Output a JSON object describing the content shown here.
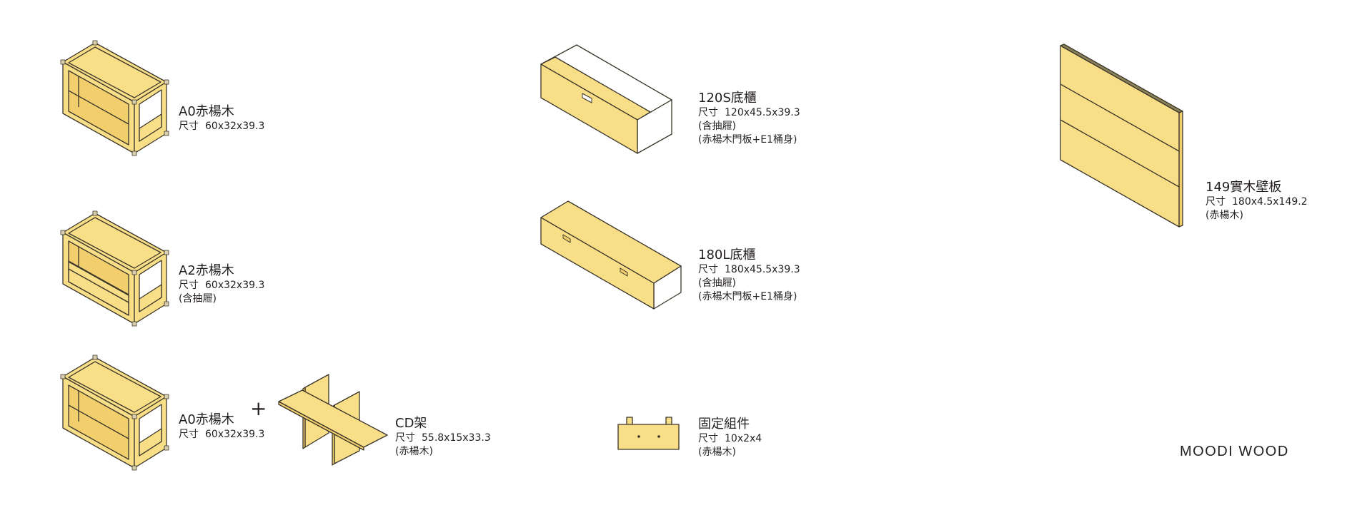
{
  "colors": {
    "wood": "#f9de88",
    "wood_dark": "#f2cf6c",
    "edge": "#3a3529",
    "white": "#ffffff"
  },
  "size_label": "尺寸",
  "items": [
    {
      "id": "a0-1",
      "title": "A0赤楊木",
      "dims": "60x32x39.3",
      "notes": []
    },
    {
      "id": "a2",
      "title": "A2赤楊木",
      "dims": "60x32x39.3",
      "notes": [
        "(含抽屜)"
      ]
    },
    {
      "id": "a0-2",
      "title": "A0赤楊木",
      "dims": "60x32x39.3",
      "notes": []
    },
    {
      "id": "cd",
      "title": "CD架",
      "dims": "55.8x15x33.3",
      "notes": [
        "(赤楊木)"
      ]
    },
    {
      "id": "120s",
      "title": "120S底櫃",
      "dims": "120x45.5x39.3",
      "notes": [
        "(含抽屜)",
        "(赤楊木門板+E1桶身)"
      ]
    },
    {
      "id": "180l",
      "title": "180L底櫃",
      "dims": "180x45.5x39.3",
      "notes": [
        "(含抽屜)",
        "(赤楊木門板+E1桶身)"
      ]
    },
    {
      "id": "fixture",
      "title": "固定組件",
      "dims": "10x2x4",
      "notes": [
        "(赤楊木)"
      ]
    },
    {
      "id": "wall",
      "title": "149實木壁板",
      "dims": "180x4.5x149.2",
      "notes": [
        "(赤楊木)"
      ]
    }
  ],
  "plus_sign": "+",
  "brand": "MOODI WOOD"
}
